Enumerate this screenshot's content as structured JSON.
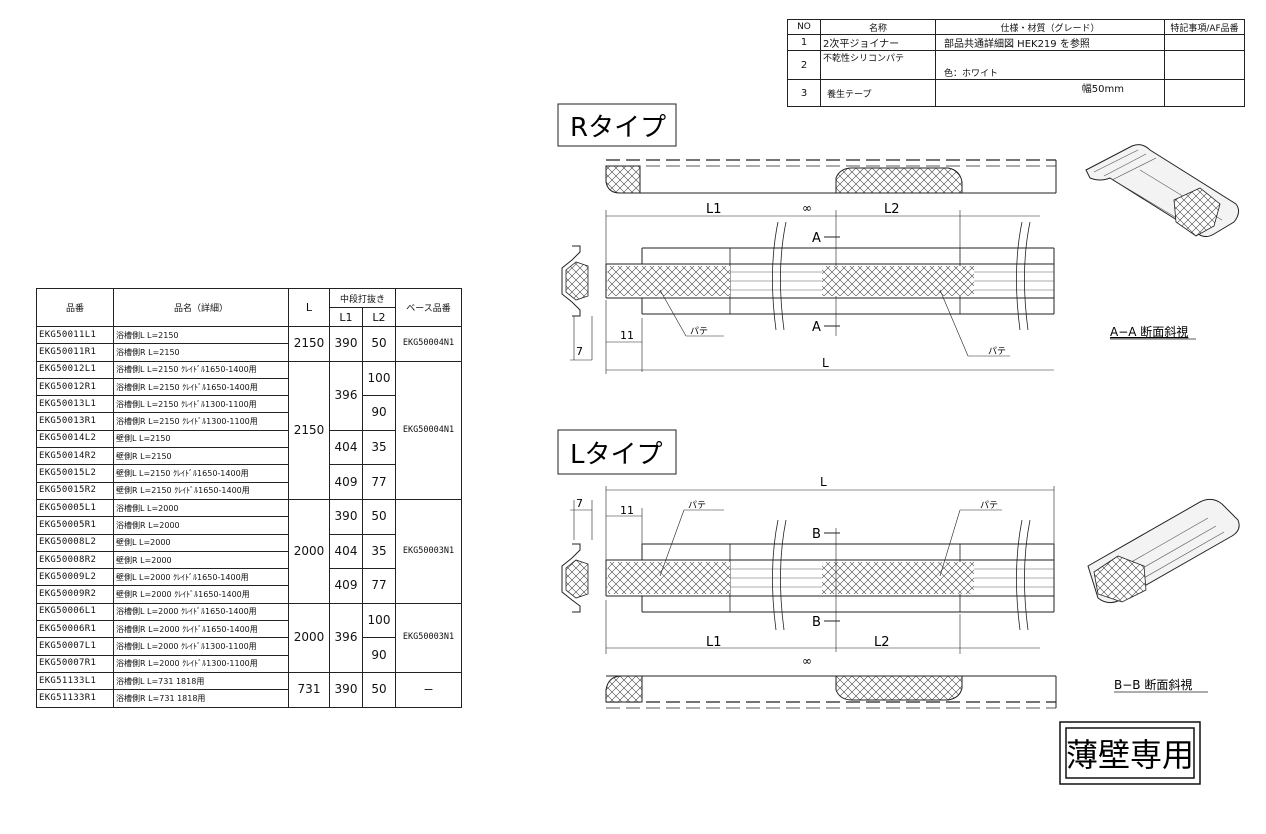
{
  "spec_table": {
    "headers": [
      "NO",
      "名称",
      "仕様・材質（グレード）",
      "特記事項/AF品番"
    ],
    "rows": [
      {
        "no": "1",
        "name": "2次平ジョイナー",
        "spec": "部品共通詳細図  HEK219  を参照",
        "note": ""
      },
      {
        "no": "2",
        "name": "不乾性シリコンパテ",
        "spec": "色：ホワイト",
        "note": ""
      },
      {
        "no": "3",
        "name": "養生テープ",
        "spec": "幅50mm",
        "note": ""
      }
    ]
  },
  "parts_table": {
    "headers": {
      "code": "品番",
      "name": "品名（詳細）",
      "L": "L",
      "nakadan": "中段打抜き",
      "L1": "L1",
      "L2": "L2",
      "base": "ベース品番"
    },
    "rows": [
      {
        "code": "EKG50011L1",
        "name": "浴槽側L  L=2150"
      },
      {
        "code": "EKG50011R1",
        "name": "浴槽側R  L=2150"
      },
      {
        "code": "EKG50012L1",
        "name": "浴槽側L  L=2150  ｸﾚｲﾄﾞﾙ1650-1400用"
      },
      {
        "code": "EKG50012R1",
        "name": "浴槽側R  L=2150  ｸﾚｲﾄﾞﾙ1650-1400用"
      },
      {
        "code": "EKG50013L1",
        "name": "浴槽側L  L=2150  ｸﾚｲﾄﾞﾙ1300-1100用"
      },
      {
        "code": "EKG50013R1",
        "name": "浴槽側R  L=2150  ｸﾚｲﾄﾞﾙ1300-1100用"
      },
      {
        "code": "EKG50014L2",
        "name": "壁側L  L=2150"
      },
      {
        "code": "EKG50014R2",
        "name": "壁側R  L=2150"
      },
      {
        "code": "EKG50015L2",
        "name": "壁側L  L=2150  ｸﾚｲﾄﾞﾙ1650-1400用"
      },
      {
        "code": "EKG50015R2",
        "name": "壁側R  L=2150  ｸﾚｲﾄﾞﾙ1650-1400用"
      },
      {
        "code": "EKG50005L1",
        "name": "浴槽側L  L=2000"
      },
      {
        "code": "EKG50005R1",
        "name": "浴槽側R  L=2000"
      },
      {
        "code": "EKG50008L2",
        "name": "壁側L  L=2000"
      },
      {
        "code": "EKG50008R2",
        "name": "壁側R  L=2000"
      },
      {
        "code": "EKG50009L2",
        "name": "壁側L  L=2000  ｸﾚｲﾄﾞﾙ1650-1400用"
      },
      {
        "code": "EKG50009R2",
        "name": "壁側R  L=2000  ｸﾚｲﾄﾞﾙ1650-1400用"
      },
      {
        "code": "EKG50006L1",
        "name": "浴槽側L  L=2000  ｸﾚｲﾄﾞﾙ1650-1400用"
      },
      {
        "code": "EKG50006R1",
        "name": "浴槽側R  L=2000  ｸﾚｲﾄﾞﾙ1650-1400用"
      },
      {
        "code": "EKG50007L1",
        "name": "浴槽側L  L=2000  ｸﾚｲﾄﾞﾙ1300-1100用"
      },
      {
        "code": "EKG50007R1",
        "name": "浴槽側R  L=2000  ｸﾚｲﾄﾞﾙ1300-1100用"
      },
      {
        "code": "EKG51133L1",
        "name": "浴槽側L  L=731  1818用"
      },
      {
        "code": "EKG51133R1",
        "name": "浴槽側R  L=731  1818用"
      }
    ],
    "groups": {
      "L_2150a": "2150",
      "L_2150b": "2150",
      "L_2000a": "2000",
      "L_2000b": "2000",
      "L_731": "731",
      "L1_390a": "390",
      "L1_396a": "396",
      "L1_404a": "404",
      "L1_409a": "409",
      "L1_390b": "390",
      "L1_404b": "404",
      "L1_409b": "409",
      "L1_396b": "396",
      "L1_390c": "390",
      "L2_50a": "50",
      "L2_100a": "100",
      "L2_90a": "90",
      "L2_35a": "35",
      "L2_77a": "77",
      "L2_50b": "50",
      "L2_35b": "35",
      "L2_77b": "77",
      "L2_100b": "100",
      "L2_90b": "90",
      "L2_50c": "50",
      "base_a": "EKG50004N1",
      "base_b": "EKG50004N1",
      "base_c": "EKG50003N1",
      "base_d": "EKG50003N1",
      "base_e": "—"
    }
  },
  "drawing": {
    "r_type_title": "Rタイプ",
    "l_type_title": "Lタイプ",
    "dim_L1": "L1",
    "dim_L2": "L2",
    "dim_L": "L",
    "dim_inf": "∞",
    "dim_11": "11",
    "dim_7": "7",
    "putty": "パテ",
    "sec_A": "A",
    "sec_B": "B",
    "aa_label": "A−A 断面斜視",
    "bb_label": "B−B 断面斜視",
    "stamp": "薄壁専用"
  }
}
